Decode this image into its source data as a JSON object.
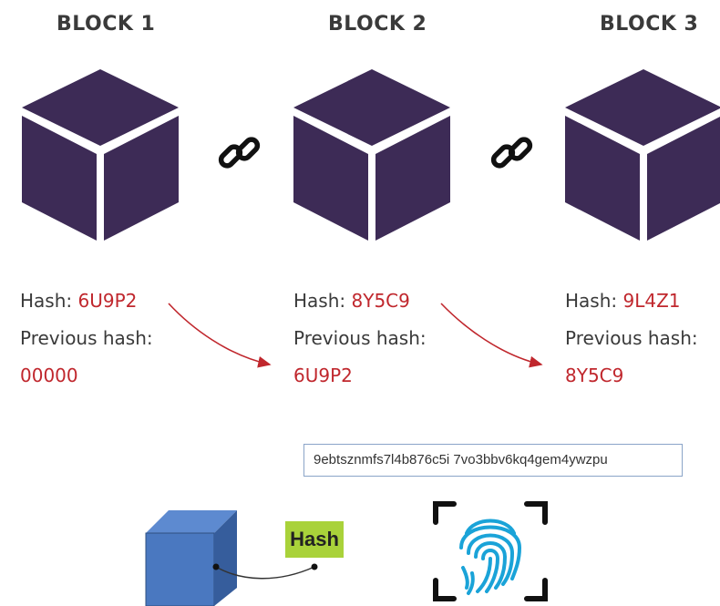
{
  "blocks": [
    {
      "title": "BLOCK 1",
      "hash_label": "Hash:",
      "hash": "6U9P2",
      "previous_label": "Previous hash:",
      "previous_hash": "00000"
    },
    {
      "title": "BLOCK 2",
      "hash_label": "Hash:",
      "hash": "8Y5C9",
      "previous_label": "Previous hash:",
      "previous_hash": "6U9P2"
    },
    {
      "title": "BLOCK 3",
      "hash_label": "Hash:",
      "hash": "9L4Z1",
      "previous_label": "Previous hash:",
      "previous_hash": "8Y5C9"
    }
  ],
  "icons": [
    "cube-icon",
    "chain-link-icon",
    "fingerprint-icon"
  ],
  "colors": {
    "cube": "#3d2b56",
    "highlight": "#c0272d",
    "hash_tag": "#a9d23a",
    "blue_block": "#4a78c0",
    "fingerprint": "#1aa3d8"
  },
  "hash_example": {
    "string": "9ebtsznmfs7l4b876c5i 7vo3bbv6kq4gem4ywzpu",
    "tag": "Hash"
  }
}
